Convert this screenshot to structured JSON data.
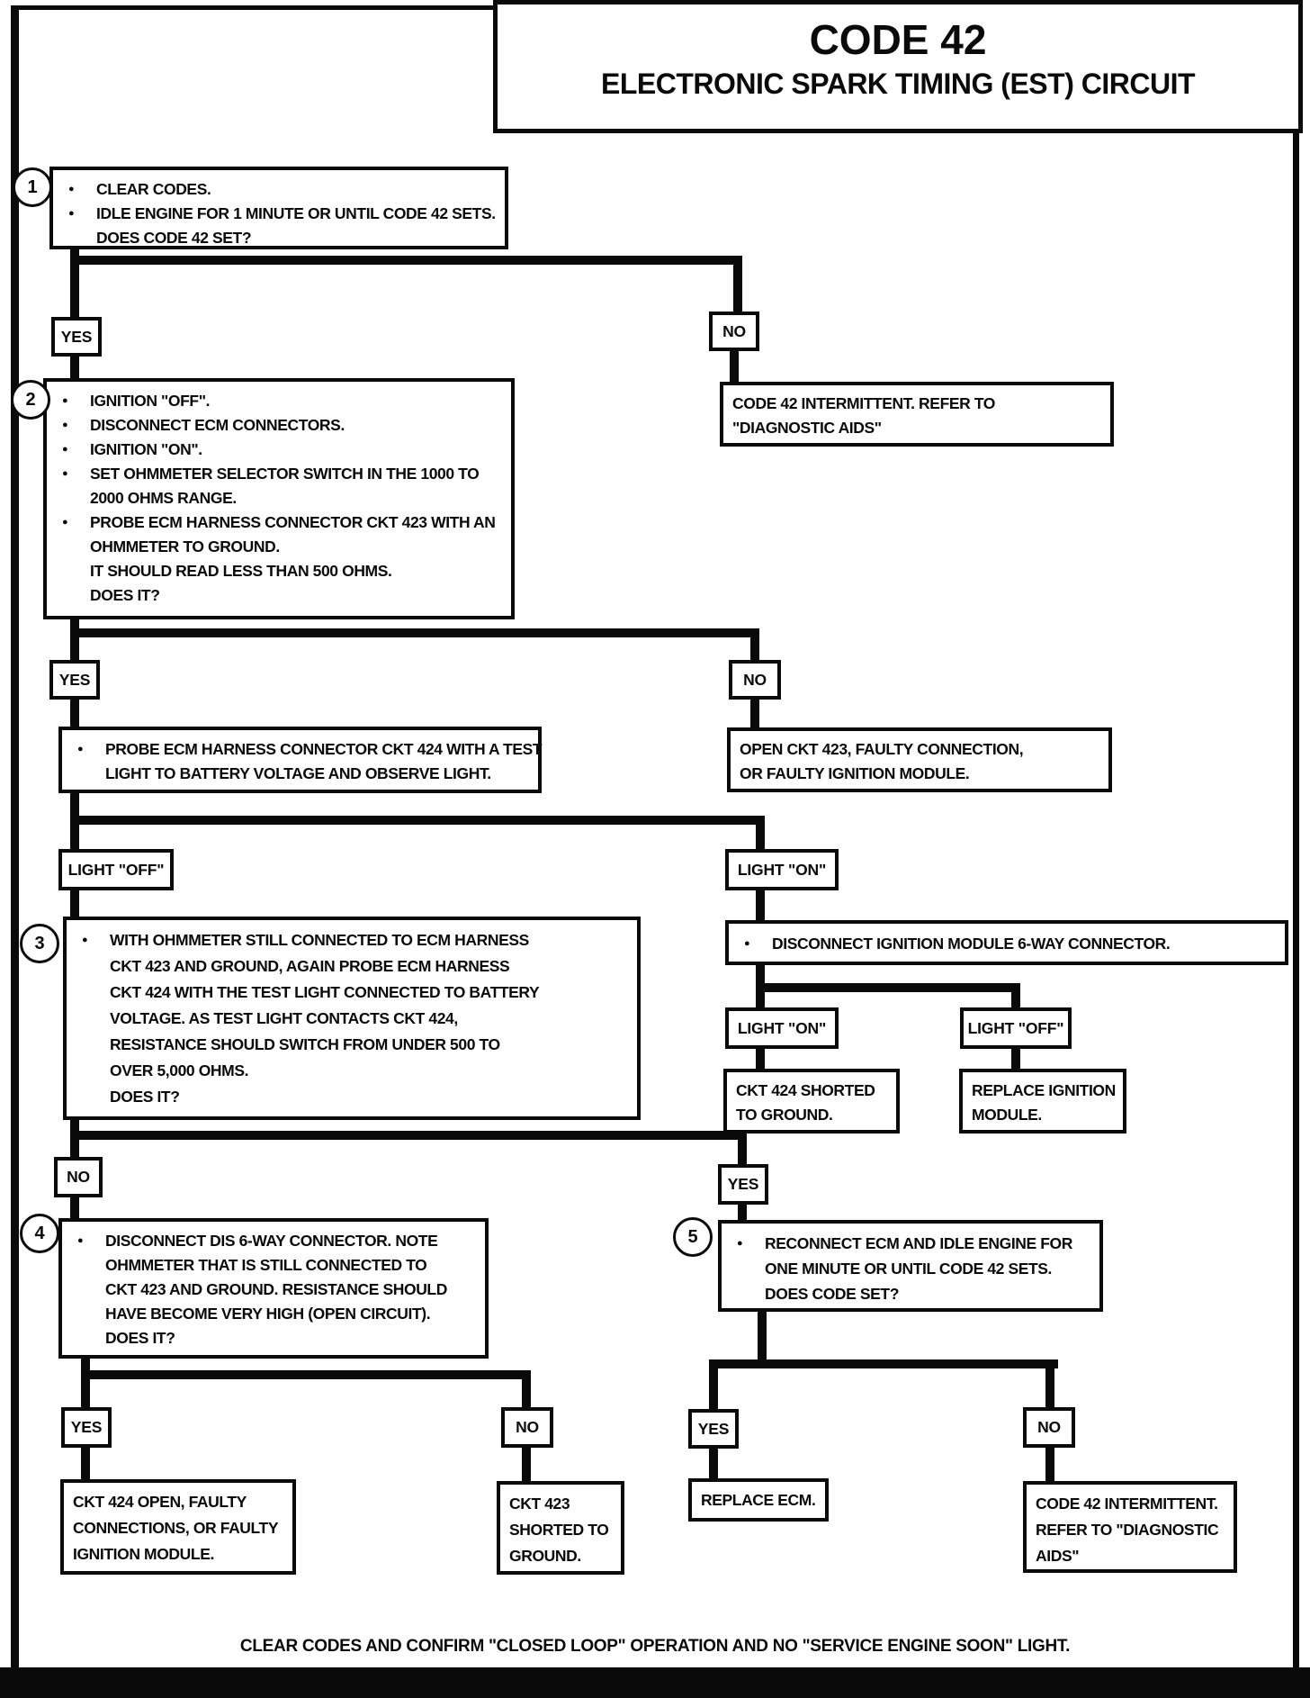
{
  "title": {
    "line1": "CODE 42",
    "line2": "ELECTRONIC SPARK TIMING (EST) CIRCUIT"
  },
  "labels": {
    "yes": "YES",
    "no": "NO",
    "light_on": "LIGHT \"ON\"",
    "light_off": "LIGHT \"OFF\""
  },
  "steps": {
    "s1": {
      "num": "1",
      "lines": [
        "CLEAR CODES.",
        "IDLE ENGINE FOR 1 MINUTE OR UNTIL CODE 42 SETS.",
        "DOES CODE 42 SET?"
      ]
    },
    "s2": {
      "num": "2",
      "lines": [
        "IGNITION \"OFF\".",
        "DISCONNECT ECM CONNECTORS.",
        "IGNITION \"ON\".",
        "SET OHMMETER SELECTOR SWITCH IN THE 1000 TO",
        "2000 OHMS RANGE.",
        "PROBE ECM HARNESS CONNECTOR CKT 423  WITH AN",
        "OHMMETER TO GROUND.",
        "IT SHOULD READ LESS THAN 500 OHMS.",
        "DOES IT?"
      ]
    },
    "s3": {
      "num": "3",
      "lines": [
        "WITH OHMMETER STILL CONNECTED TO ECM HARNESS",
        "CKT 423 AND GROUND, AGAIN PROBE ECM HARNESS",
        "CKT 424 WITH THE TEST LIGHT CONNECTED TO BATTERY",
        "VOLTAGE.  AS TEST LIGHT CONTACTS CKT 424,",
        "RESISTANCE SHOULD SWITCH FROM UNDER 500 TO",
        "OVER 5,000 OHMS.",
        "DOES IT?"
      ]
    },
    "s4": {
      "num": "4",
      "lines": [
        "DISCONNECT DIS 6-WAY CONNECTOR.  NOTE",
        "OHMMETER THAT IS STILL CONNECTED TO",
        "CKT 423  AND GROUND. RESISTANCE SHOULD",
        "HAVE BECOME VERY HIGH (OPEN CIRCUIT).",
        "DOES IT?"
      ]
    },
    "s5": {
      "num": "5",
      "lines": [
        "RECONNECT ECM AND IDLE ENGINE FOR",
        "ONE MINUTE OR UNTIL CODE 42 SETS.",
        "DOES CODE SET?"
      ]
    }
  },
  "instructions": {
    "probe424": [
      "PROBE ECM HARNESS CONNECTOR CKT 424 WITH A TEST",
      "LIGHT TO BATTERY VOLTAGE AND OBSERVE LIGHT."
    ],
    "disc6way": [
      "DISCONNECT IGNITION MODULE 6-WAY CONNECTOR."
    ]
  },
  "results": {
    "intermittent1": [
      "CODE 42 INTERMITTENT.  REFER TO",
      "\"DIAGNOSTIC AIDS\""
    ],
    "open423": [
      "OPEN CKT 423, FAULTY CONNECTION,",
      "OR FAULTY IGNITION MODULE."
    ],
    "ckt424_shorted": [
      "CKT 424  SHORTED",
      "TO GROUND."
    ],
    "replace_ignition": [
      "REPLACE IGNITION",
      "MODULE."
    ],
    "ckt424_open": [
      "CKT 424 OPEN, FAULTY",
      "CONNECTIONS, OR FAULTY",
      "IGNITION MODULE."
    ],
    "ckt423_shorted": [
      "CKT 423",
      "SHORTED TO",
      "GROUND."
    ],
    "replace_ecm": [
      "REPLACE ECM."
    ],
    "intermittent2": [
      "CODE 42 INTERMITTENT.",
      "REFER TO \"DIAGNOSTIC",
      "AIDS\""
    ]
  },
  "footer": "CLEAR CODES AND CONFIRM \"CLOSED LOOP\" OPERATION AND NO \"SERVICE ENGINE SOON\" LIGHT."
}
